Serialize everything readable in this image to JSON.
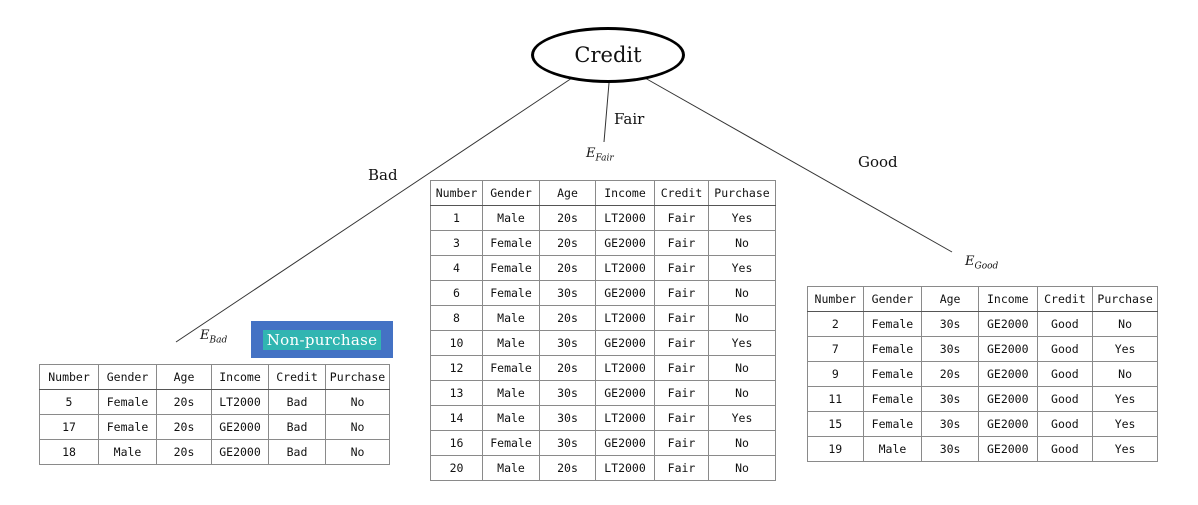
{
  "root": {
    "label": "Credit"
  },
  "edges": {
    "bad": "Bad",
    "fair": "Fair",
    "good": "Good"
  },
  "subsets": {
    "bad": {
      "base": "E",
      "sub": "Bad"
    },
    "fair": {
      "base": "E",
      "sub": "Fair"
    },
    "good": {
      "base": "E",
      "sub": "Good"
    }
  },
  "badge": {
    "label": "Non-purchase",
    "bg": "#4472c4",
    "highlight": "#31b5b1"
  },
  "columns": [
    "Number",
    "Gender",
    "Age",
    "Income",
    "Credit",
    "Purchase"
  ],
  "tables": {
    "bad": [
      [
        "5",
        "Female",
        "20s",
        "LT2000",
        "Bad",
        "No"
      ],
      [
        "17",
        "Female",
        "20s",
        "GE2000",
        "Bad",
        "No"
      ],
      [
        "18",
        "Male",
        "20s",
        "GE2000",
        "Bad",
        "No"
      ]
    ],
    "fair": [
      [
        "1",
        "Male",
        "20s",
        "LT2000",
        "Fair",
        "Yes"
      ],
      [
        "3",
        "Female",
        "20s",
        "GE2000",
        "Fair",
        "No"
      ],
      [
        "4",
        "Female",
        "20s",
        "LT2000",
        "Fair",
        "Yes"
      ],
      [
        "6",
        "Female",
        "30s",
        "GE2000",
        "Fair",
        "No"
      ],
      [
        "8",
        "Male",
        "20s",
        "LT2000",
        "Fair",
        "No"
      ],
      [
        "10",
        "Male",
        "30s",
        "GE2000",
        "Fair",
        "Yes"
      ],
      [
        "12",
        "Female",
        "20s",
        "LT2000",
        "Fair",
        "No"
      ],
      [
        "13",
        "Male",
        "30s",
        "GE2000",
        "Fair",
        "No"
      ],
      [
        "14",
        "Male",
        "30s",
        "LT2000",
        "Fair",
        "Yes"
      ],
      [
        "16",
        "Female",
        "30s",
        "GE2000",
        "Fair",
        "No"
      ],
      [
        "20",
        "Male",
        "20s",
        "LT2000",
        "Fair",
        "No"
      ]
    ],
    "good": [
      [
        "2",
        "Female",
        "30s",
        "GE2000",
        "Good",
        "No"
      ],
      [
        "7",
        "Female",
        "30s",
        "GE2000",
        "Good",
        "Yes"
      ],
      [
        "9",
        "Female",
        "20s",
        "GE2000",
        "Good",
        "No"
      ],
      [
        "11",
        "Female",
        "30s",
        "GE2000",
        "Good",
        "Yes"
      ],
      [
        "15",
        "Female",
        "30s",
        "GE2000",
        "Good",
        "Yes"
      ],
      [
        "19",
        "Male",
        "30s",
        "GE2000",
        "Good",
        "Yes"
      ]
    ]
  }
}
